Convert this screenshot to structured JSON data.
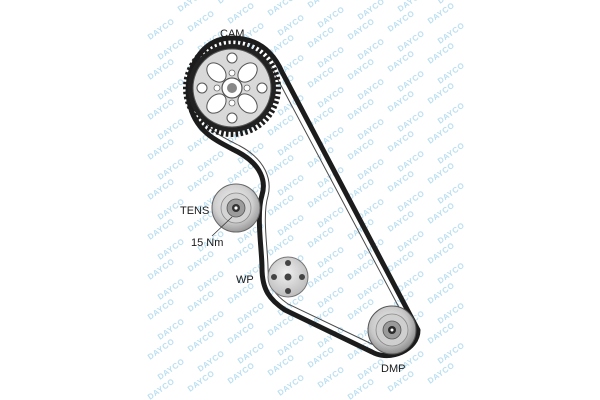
{
  "watermark": {
    "text": "DAYCO",
    "color": "#bcdff1"
  },
  "labels": {
    "cam": "CAM",
    "tens": "TENS",
    "torque": "15 Nm",
    "wp": "WP",
    "dmp": "DMP"
  },
  "colors": {
    "belt": "#1c1c1c",
    "pulley_light": "#e3e3e3",
    "pulley_mid": "#b9b9b9",
    "pulley_dark": "#555555",
    "text": "#1a1a1a"
  }
}
